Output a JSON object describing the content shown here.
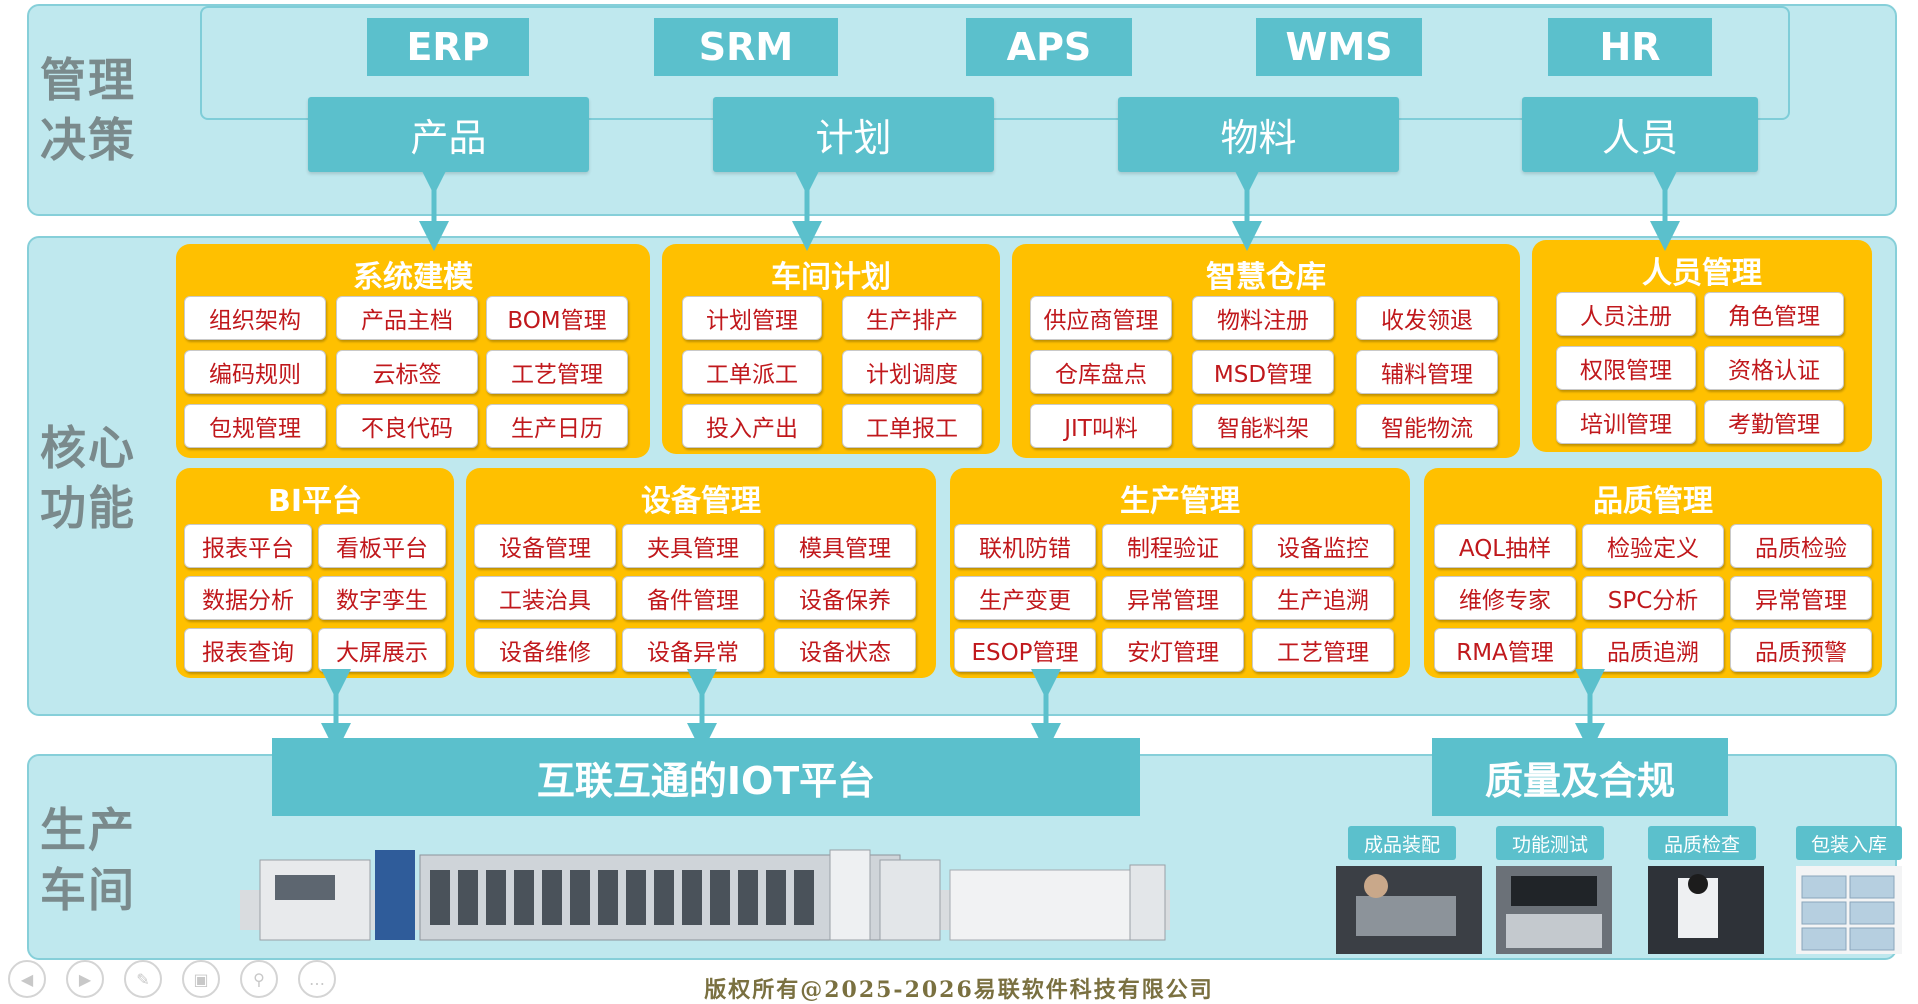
{
  "sides": {
    "top": "管理\n决策",
    "mid": "核心\n功能",
    "bottom": "生产\n车间"
  },
  "systems": [
    "ERP",
    "SRM",
    "APS",
    "WMS",
    "HR"
  ],
  "categories": [
    "产品",
    "计划",
    "物料",
    "人员"
  ],
  "modules": [
    {
      "title": "系统建模",
      "items": [
        [
          "组织架构",
          "产品主档",
          "BOM管理"
        ],
        [
          "编码规则",
          "云标签",
          "工艺管理"
        ],
        [
          "包规管理",
          "不良代码",
          "生产日历"
        ]
      ]
    },
    {
      "title": "车间计划",
      "items": [
        [
          "计划管理",
          "生产排产"
        ],
        [
          "工单派工",
          "计划调度"
        ],
        [
          "投入产出",
          "工单报工"
        ]
      ]
    },
    {
      "title": "智慧仓库",
      "items": [
        [
          "供应商管理",
          "物料注册",
          "收发领退"
        ],
        [
          "仓库盘点",
          "MSD管理",
          "辅料管理"
        ],
        [
          "JIT叫料",
          "智能料架",
          "智能物流"
        ]
      ]
    },
    {
      "title": "人员管理",
      "items": [
        [
          "人员注册",
          "角色管理"
        ],
        [
          "权限管理",
          "资格认证"
        ],
        [
          "培训管理",
          "考勤管理"
        ]
      ]
    },
    {
      "title": "BI平台",
      "items": [
        [
          "报表平台",
          "看板平台"
        ],
        [
          "数据分析",
          "数字孪生"
        ],
        [
          "报表查询",
          "大屏展示"
        ]
      ]
    },
    {
      "title": "设备管理",
      "items": [
        [
          "设备管理",
          "夹具管理",
          "模具管理"
        ],
        [
          "工装治具",
          "备件管理",
          "设备保养"
        ],
        [
          "设备维修",
          "设备异常",
          "设备状态"
        ]
      ]
    },
    {
      "title": "生产管理",
      "items": [
        [
          "联机防错",
          "制程验证",
          "设备监控"
        ],
        [
          "生产变更",
          "异常管理",
          "生产追溯"
        ],
        [
          "ESOP管理",
          "安灯管理",
          "工艺管理"
        ]
      ]
    },
    {
      "title": "品质管理",
      "items": [
        [
          "AQL抽样",
          "检验定义",
          "品质检验"
        ],
        [
          "维修专家",
          "SPC分析",
          "异常管理"
        ],
        [
          "RMA管理",
          "品质追溯",
          "品质预警"
        ]
      ]
    }
  ],
  "platforms": {
    "iot": "互联互通的IOT平台",
    "quality": "质量及合规"
  },
  "stations": [
    "成品装配",
    "功能测试",
    "品质检查",
    "包装入库"
  ],
  "footer": "版权所有@2025-2026易联软件科技有限公司",
  "controls": [
    "prev-icon",
    "next-icon",
    "pen-icon",
    "slides-icon",
    "zoom-icon",
    "more-icon"
  ],
  "colors": {
    "band": "#bfe8ee",
    "teal": "#5bc0cc",
    "module": "#ffc000",
    "item_text": "#c0181c",
    "side_text": "#7a8a8c"
  }
}
